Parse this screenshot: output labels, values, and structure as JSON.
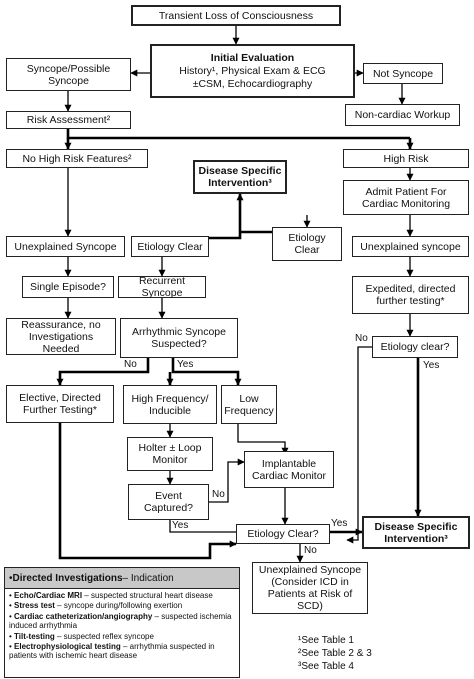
{
  "boxes": {
    "tloc": "Transient Loss of Consciousness",
    "init_title": "Initial Evaluation",
    "init_line1": "History¹, Physical Exam & ECG",
    "init_line2": "±CSM, Echocardiography",
    "syncope_possible": "Syncope/Possible Syncope",
    "not_syncope": "Not Syncope",
    "noncardiac": "Non-cardiac Workup",
    "risk_assessment": "Risk Assessment²",
    "no_high_risk": "No High Risk Features²",
    "disease_specific_top": "Disease Specific Intervention³",
    "high_risk": "High Risk",
    "admit": "Admit Patient For Cardiac Monitoring",
    "unexplained_left": "Unexplained Syncope",
    "etiology_clear_left": "Etiology Clear",
    "etiology_clear_mid": "Etiology Clear",
    "unexplained_right": "Unexplained syncope",
    "single_episode": "Single Episode?",
    "recurrent": "Recurrent Syncope",
    "expedited": "Expedited, directed further testing*",
    "reassurance": "Reassurance, no Investigations Needed",
    "arrhythmic": "Arrhythmic Syncope Suspected?",
    "etiology_q_right": "Etiology clear?",
    "elective": "Elective, Directed Further Testing*",
    "high_freq": "High Frequency/ Inducible",
    "low_freq": "Low Frequency",
    "holter": "Holter ± Loop Monitor",
    "implantable": "Implantable Cardiac Monitor",
    "event_captured": "Event Captured?",
    "etiology_q_bottom": "Etiology Clear?",
    "disease_specific_bottom": "Disease Specific Intervention³",
    "unexplained_bottom": "Unexplained Syncope (Consider ICD in Patients at Risk of SCD)"
  },
  "edge_labels": {
    "no_arrhythmic": "No",
    "yes_arrhythmic": "Yes",
    "no_etiology_right": "No",
    "yes_etiology_right": "Yes",
    "no_event": "No",
    "yes_event": "Yes",
    "yes_etiology_bottom": "Yes",
    "no_etiology_bottom": "No"
  },
  "legend": {
    "title": "Directed Investigations",
    "title_suffix": " – Indication",
    "items": [
      {
        "term": "Echo/Cardiac MRI",
        "desc": " – suspected structural heart disease"
      },
      {
        "term": "Stress test",
        "desc": " – syncope during/following exertion"
      },
      {
        "term": "Cardiac catheterization/angiography",
        "desc": " – suspected ischemia induced arrhythmia"
      },
      {
        "term": "Tilt-testing",
        "desc": " – suspected reflex syncope"
      },
      {
        "term": "Electrophysiological testing",
        "desc": " – arrhythmia suspected in patients with ischemic heart disease"
      }
    ]
  },
  "footnotes": [
    "¹See Table 1",
    "²See Table 2 & 3",
    "³See Table 4"
  ]
}
